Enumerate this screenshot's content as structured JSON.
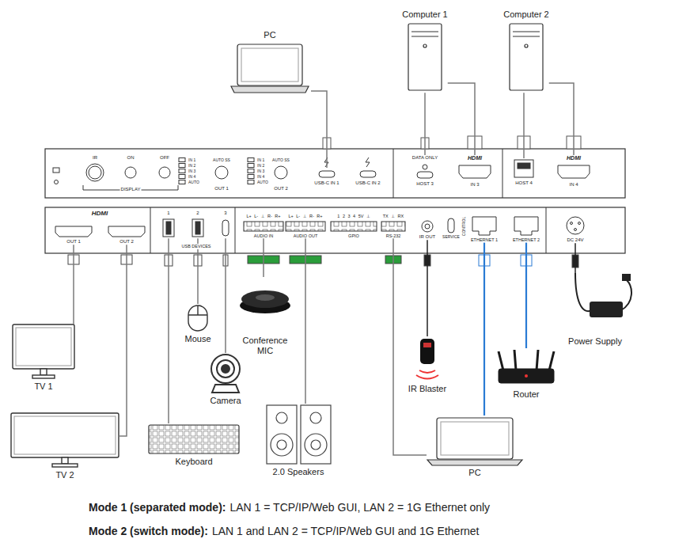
{
  "diagram": {
    "nodes": [
      {
        "text": [
          "PC"
        ]
      },
      {
        "text": [
          "Computer 1"
        ]
      },
      {
        "text": [
          "Computer 2"
        ]
      },
      {
        "text": [
          "USB-C IN 1"
        ]
      },
      {
        "text": [
          "USB-C IN 2"
        ]
      },
      {
        "text": [
          "DATA ONLY",
          "HOST 3"
        ]
      },
      {
        "text": [
          "HDMI",
          "IN 3"
        ]
      },
      {
        "text": [
          "HOST 4"
        ]
      },
      {
        "text": [
          "HDMI",
          "IN 4"
        ]
      },
      {
        "text": [
          "OUT 1"
        ]
      },
      {
        "text": [
          "OUT 2"
        ]
      },
      {
        "text": [
          "1"
        ]
      },
      {
        "text": [
          "2"
        ]
      },
      {
        "text": [
          "3"
        ]
      },
      {
        "text": [
          "L+ L- ⊥ R- R+",
          "AUDIO IN"
        ]
      },
      {
        "text": [
          "L+ L- ⊥ R- R+",
          "AUDIO OUT"
        ]
      },
      {
        "text": [
          "1 2 3 4 5V ⊥",
          "GPIO"
        ]
      },
      {
        "text": [
          "TX ⊥ RX",
          "RS-232"
        ]
      },
      {
        "text": [
          "IR OUT"
        ]
      },
      {
        "text": [
          "SERVICE"
        ]
      },
      {
        "text": [
          "ETHERNET 1"
        ]
      },
      {
        "text": [
          "ETHERNET 2"
        ]
      },
      {
        "text": [
          "DC 24V"
        ]
      },
      {
        "text": [
          "TV 1"
        ]
      },
      {
        "text": [
          "TV 2"
        ]
      },
      {
        "text": [
          "Mouse"
        ]
      },
      {
        "text": [
          "Conference MIC"
        ]
      },
      {
        "text": [
          "Camera"
        ]
      },
      {
        "text": [
          "Keyboard"
        ]
      },
      {
        "text": [
          "2.0 Speakers"
        ]
      },
      {
        "text": [
          "IR Blaster"
        ]
      },
      {
        "text": [
          "Router"
        ]
      },
      {
        "text": [
          "Power Supply"
        ]
      },
      {
        "text": [
          "PC"
        ]
      }
    ],
    "edges": [
      {
        "from": 0,
        "to": 3,
        "arrow": "none"
      },
      {
        "from": 1,
        "to": 5,
        "arrow": "none"
      },
      {
        "from": 1,
        "to": 6,
        "arrow": "none"
      },
      {
        "from": 2,
        "to": 7,
        "arrow": "none"
      },
      {
        "from": 2,
        "to": 8,
        "arrow": "none"
      },
      {
        "from": 9,
        "to": 23,
        "arrow": "none"
      },
      {
        "from": 10,
        "to": 24,
        "arrow": "none"
      },
      {
        "from": 11,
        "to": 28,
        "arrow": "none"
      },
      {
        "from": 12,
        "to": 25,
        "arrow": "none"
      },
      {
        "from": 13,
        "to": 27,
        "arrow": "none"
      },
      {
        "from": 14,
        "to": 26,
        "arrow": "none"
      },
      {
        "from": 15,
        "to": 29,
        "arrow": "none"
      },
      {
        "from": 17,
        "to": 33,
        "arrow": "none"
      },
      {
        "from": 18,
        "to": 30,
        "arrow": "none"
      },
      {
        "from": 20,
        "to": 33,
        "arrow": "none"
      },
      {
        "from": 21,
        "to": 31,
        "arrow": "none"
      },
      {
        "from": 22,
        "to": 32,
        "arrow": "none"
      }
    ],
    "labels": [
      "IR",
      "ON",
      "OFF",
      "DISPLAY",
      "IN 1",
      "IN 2",
      "IN 3",
      "IN 4",
      "AUTO",
      "AUTO SS",
      "OUT 1",
      "IN 1",
      "IN 2",
      "IN 3",
      "IN 4",
      "AUTO",
      "AUTO SS",
      "OUT 2",
      "HDMI",
      "USB DEVICES",
      "CONTROL",
      "Mode 1 (separated mode):",
      "LAN 1 = TCP/IP/Web GUI, LAN 2 = 1G Ethernet only",
      "Mode 2 (switch mode):",
      "LAN 1 and LAN 2 = TCP/IP/Web GUI and 1G Ethernet"
    ]
  }
}
